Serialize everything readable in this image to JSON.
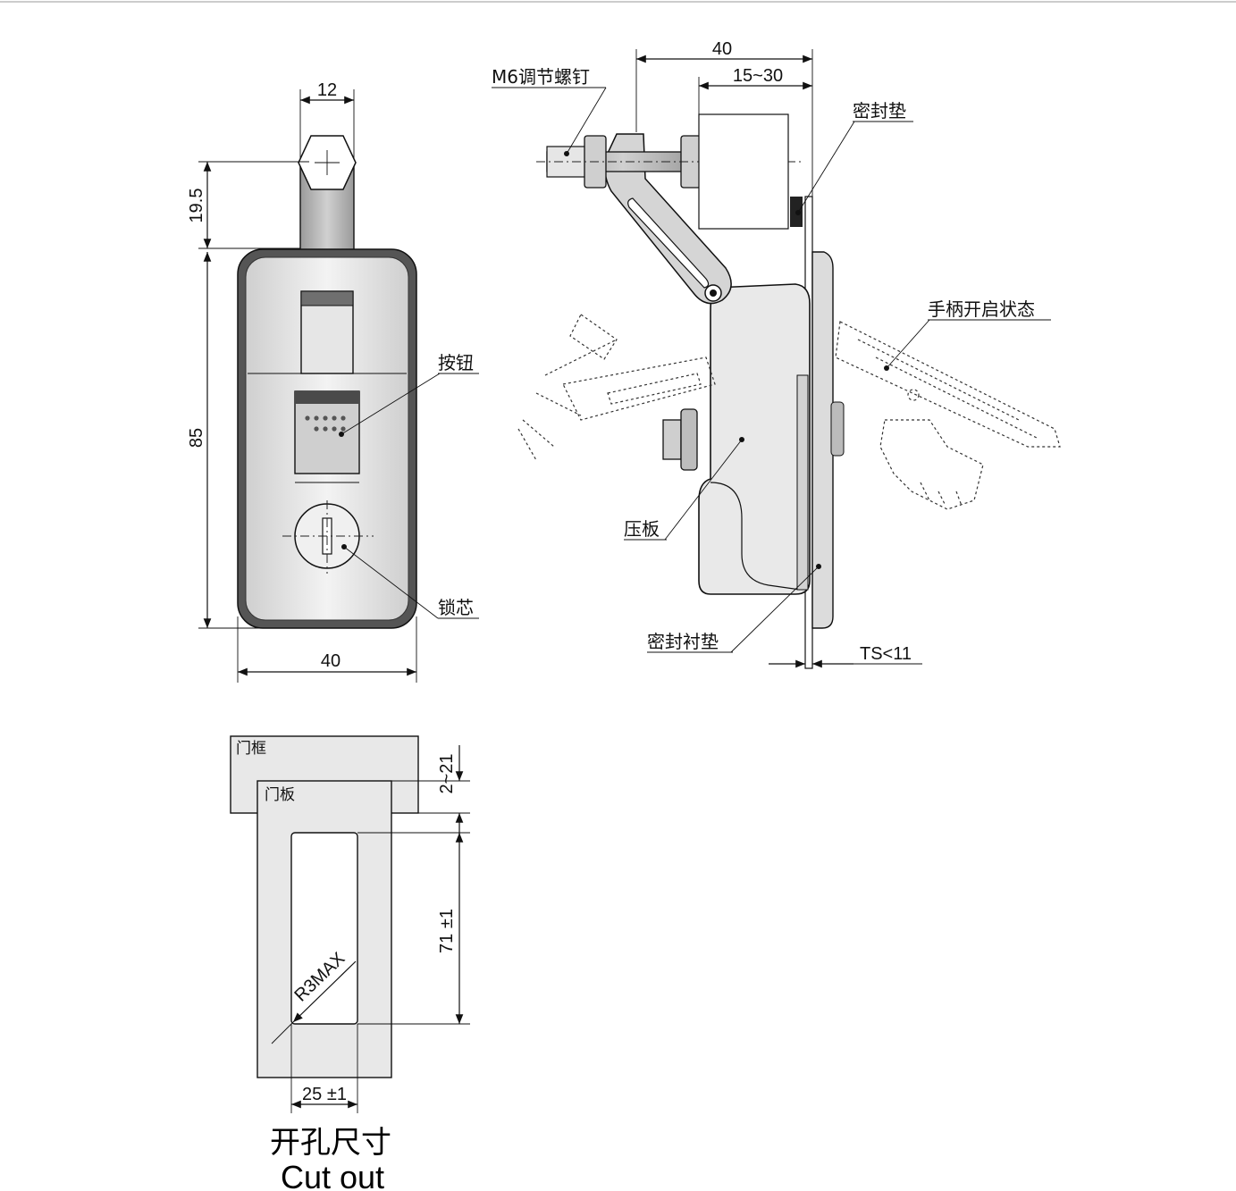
{
  "front_view": {
    "dim_top_width": "12",
    "dim_stem_height": "19.5",
    "dim_body_height": "85",
    "dim_body_width": "40",
    "label_button": "按钮",
    "label_lock_core": "锁芯"
  },
  "side_view": {
    "dim_total": "40",
    "dim_adjust_range": "15~30",
    "label_screw": "M6调节螺钉",
    "label_seal_pad": "密封垫",
    "label_handle_open": "手柄开启状态",
    "label_press_plate": "压板",
    "label_seal_liner": "密封衬垫",
    "dim_thickness": "TS<11"
  },
  "cutout_view": {
    "label_door_frame": "门框",
    "label_door_panel": "门板",
    "dim_gap": "2~21",
    "dim_height": "71 ±1",
    "dim_width": "25 ±1",
    "dim_radius": "R3MAX",
    "caption_cn": "开孔尺寸",
    "caption_en": "Cut out"
  }
}
